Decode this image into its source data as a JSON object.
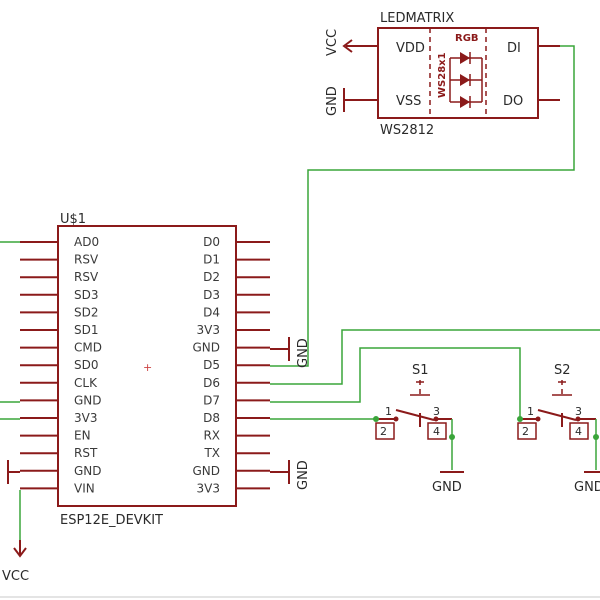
{
  "led": {
    "name": "LEDMATRIX",
    "value": "WS2812",
    "pin_vdd": "VDD",
    "pin_vss": "VSS",
    "pin_di": "DI",
    "pin_do": "DO",
    "inner_label": "WS28x1",
    "rgb_label": "RGB"
  },
  "esp": {
    "name": "U$1",
    "value": "ESP12E_DEVKIT",
    "left_pins": [
      "AD0",
      "RSV",
      "RSV",
      "SD3",
      "SD2",
      "SD1",
      "CMD",
      "SD0",
      "CLK",
      "GND",
      "3V3",
      "EN",
      "RST",
      "GND",
      "VIN"
    ],
    "right_pins": [
      "D0",
      "D1",
      "D2",
      "D3",
      "D4",
      "3V3",
      "GND",
      "D5",
      "D6",
      "D7",
      "D8",
      "RX",
      "TX",
      "GND",
      "3V3"
    ]
  },
  "supplies": {
    "vcc_top": "VCC",
    "gnd_top": "GND",
    "gnd_esp_1": "GND",
    "gnd_esp_2": "GND",
    "vcc_bottom": "VCC",
    "gnd_s1": "GND",
    "gnd_s2": "GND"
  },
  "switches": {
    "s1": {
      "name": "S1",
      "pin1": "1",
      "pin2": "2",
      "pin3": "3",
      "pin4": "4"
    },
    "s2": {
      "name": "S2",
      "pin1": "1",
      "pin2": "2",
      "pin3": "3",
      "pin4": "4"
    }
  },
  "colors": {
    "part": "#8b1a1a",
    "wire": "#3aa53a",
    "text": "#2a2a2a"
  }
}
